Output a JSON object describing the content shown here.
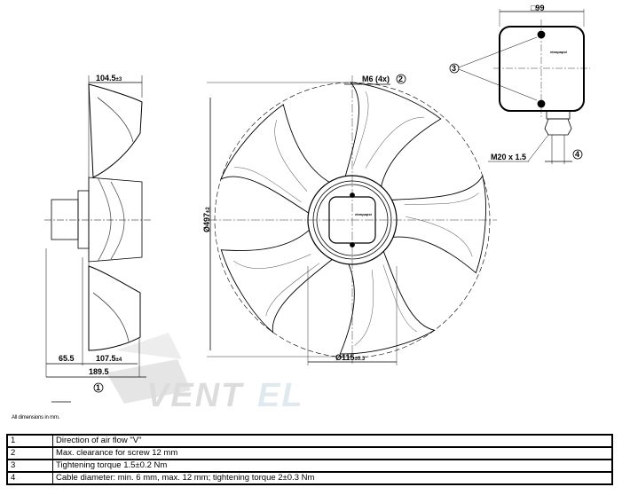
{
  "dimensions": {
    "side_width": "104.5",
    "side_width_tol": "±3",
    "screw": "M6 (4x)",
    "diameter": "Ø497",
    "diameter_tol": "±2",
    "hub": "Ø115",
    "hub_tol": "±0.3",
    "box": "□99",
    "gland": "M20 x 1.5",
    "d1": "65.5",
    "d2": "107.5",
    "d2_tol": "±4",
    "total": "189.5"
  },
  "callouts": [
    "1",
    "2",
    "3",
    "4"
  ],
  "brand_label": "ebmpapst",
  "watermark": "VENTEL",
  "note": "All dimensions in mm.",
  "legend": [
    {
      "num": "1",
      "text": "Direction of air flow \"V\""
    },
    {
      "num": "2",
      "text": "Max. clearance for screw 12 mm"
    },
    {
      "num": "3",
      "text": "Tightening torque 1.5±0.2 Nm"
    },
    {
      "num": "4",
      "text": "Cable diameter: min. 6 mm, max. 12 mm; tightening torque 2±0.3 Nm"
    }
  ]
}
